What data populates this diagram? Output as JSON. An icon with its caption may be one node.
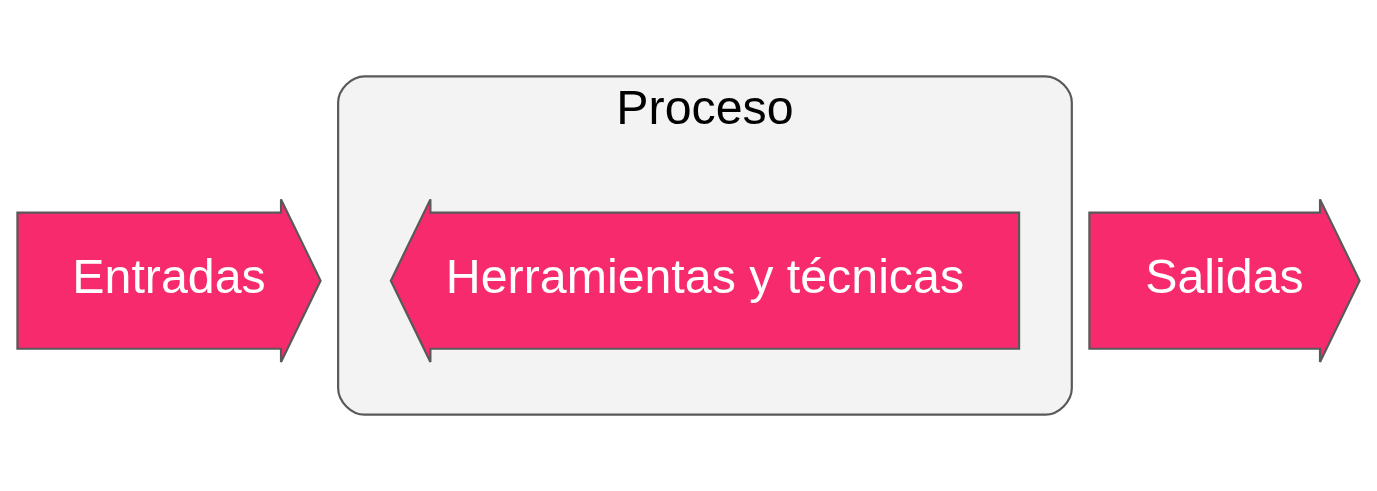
{
  "diagram": {
    "nodes": [
      {
        "text": [
          "Entradas"
        ]
      },
      {
        "text": [
          "Proceso"
        ]
      },
      {
        "text": [
          "Herramientas y técnicas"
        ],
        "in": 1
      },
      {
        "text": [
          "Salidas"
        ]
      }
    ]
  }
}
